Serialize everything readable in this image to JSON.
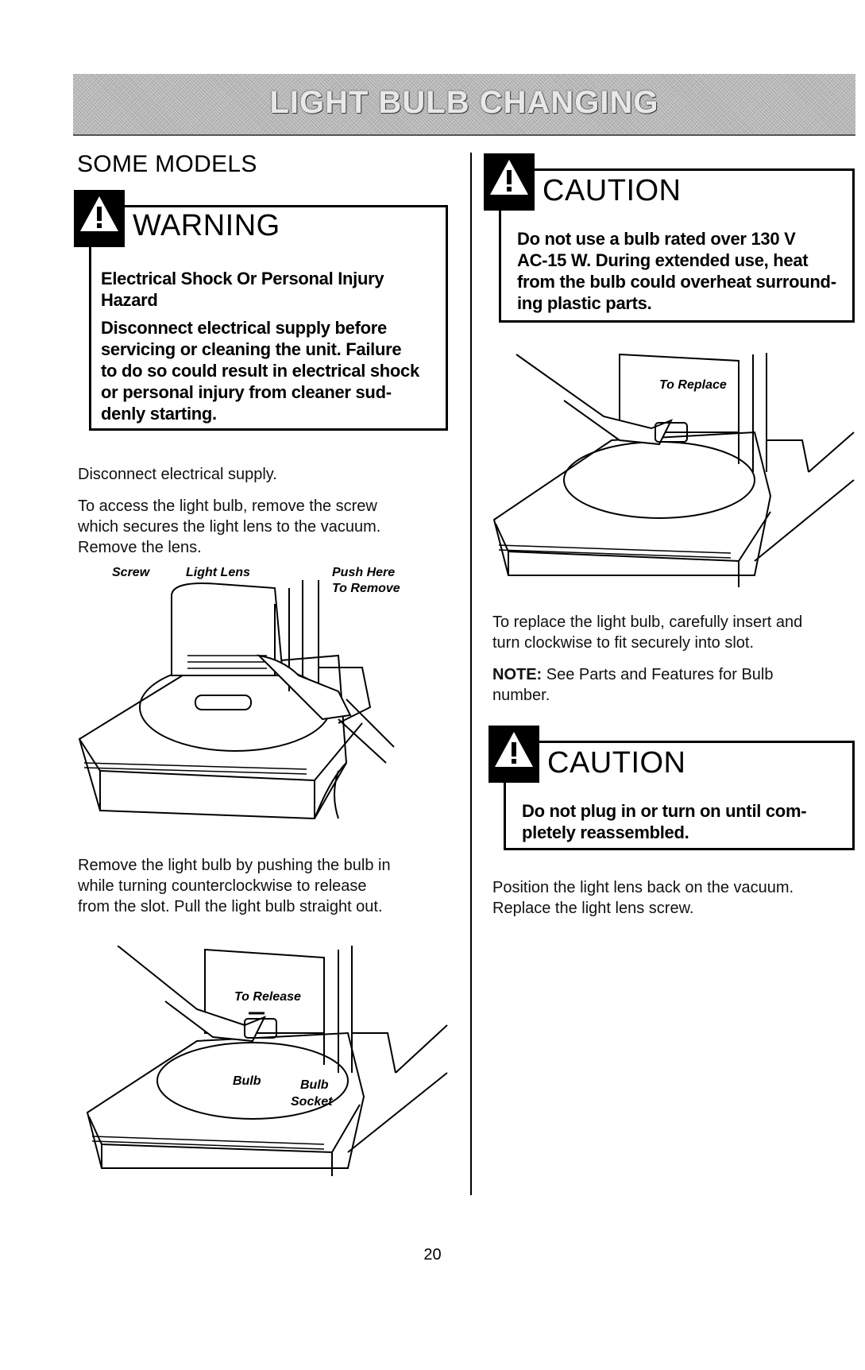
{
  "header": {
    "title": "LIGHT BULB CHANGING"
  },
  "left": {
    "heading": "SOME MODELS",
    "warning": {
      "signal_word": "WARNING",
      "hazard": "Electrical Shock Or Personal Injury Hazard",
      "body": "Disconnect electrical supply before servicing or cleaning the unit. Failure to do so could result in electrical shock or personal injury from cleaner suddenly starting.",
      "body_lines": [
        "Disconnect electrical supply before",
        "servicing or cleaning the unit. Failure",
        "to do so could result in electrical shock",
        "or personal injury from cleaner sud-",
        "denly starting."
      ],
      "hazard_lines": [
        "Electrical Shock Or Personal Injury",
        "Hazard"
      ]
    },
    "para1": "Disconnect electrical supply.",
    "para2_lines": [
      "To access the light bulb, remove the screw",
      "which secures the light lens to the vacuum.",
      "Remove the lens."
    ],
    "fig1_labels": {
      "screw": "Screw",
      "light_lens": "Light Lens",
      "push_here": "Push Here",
      "to_remove": "To Remove"
    },
    "para3_lines": [
      "Remove the light bulb by pushing the bulb in",
      "while turning counterclockwise to release",
      "from the slot.  Pull the light bulb straight out."
    ],
    "fig2_labels": {
      "to_release": "To Release",
      "bulb": "Bulb",
      "bulb_socket_1": "Bulb",
      "bulb_socket_2": "Socket"
    }
  },
  "right": {
    "caution1": {
      "signal_word": "CAUTION",
      "lines": [
        "Do not use a bulb rated over 130 V",
        "AC-15 W.  During extended use, heat",
        "from the bulb could overheat surround-",
        "ing plastic parts."
      ]
    },
    "fig3_labels": {
      "to_replace": "To Replace"
    },
    "para1_lines": [
      "To replace the light bulb, carefully insert and",
      "turn clockwise to fit securely into slot."
    ],
    "note_label": "NOTE:",
    "note_lines": [
      " See Parts and Features for Bulb",
      "number."
    ],
    "caution2": {
      "signal_word": "CAUTION",
      "lines": [
        "Do not plug in or turn on until com-",
        "pletely reassembled."
      ]
    },
    "para2_lines": [
      "Position the light lens back on the vacuum.",
      "Replace the light lens screw."
    ]
  },
  "footer": {
    "page_number": "20"
  }
}
